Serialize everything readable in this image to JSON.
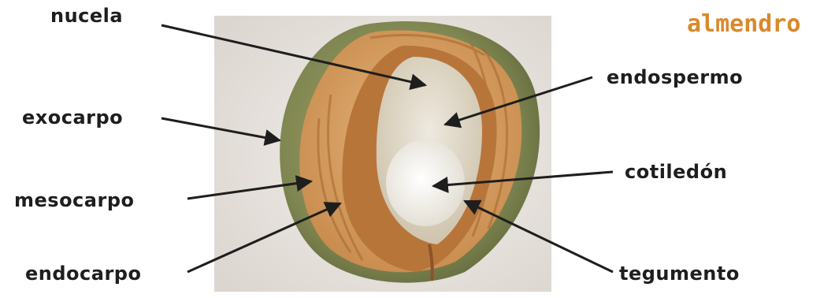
{
  "title": {
    "text": "almendro",
    "color": "#d9892b"
  },
  "labels": {
    "nucela": "nucela",
    "exocarpo": "exocarpo",
    "mesocarpo": "mesocarpo",
    "endocarpo": "endocarpo",
    "endospermo": "endospermo",
    "cotiledon": "cotiledón",
    "tegumento": "tegumento"
  },
  "colors": {
    "background": "#ffffff",
    "photo_background": "#e6e1dc",
    "exocarp": "#7f8651",
    "mesocarp": "#d39a5c",
    "endocarp": "#b8753a",
    "seed_cavity": "#ddd6c7",
    "cotyledon": "#f4f1ea",
    "arrow": "#1e1e1e",
    "label_text": "#1e1e1e"
  }
}
